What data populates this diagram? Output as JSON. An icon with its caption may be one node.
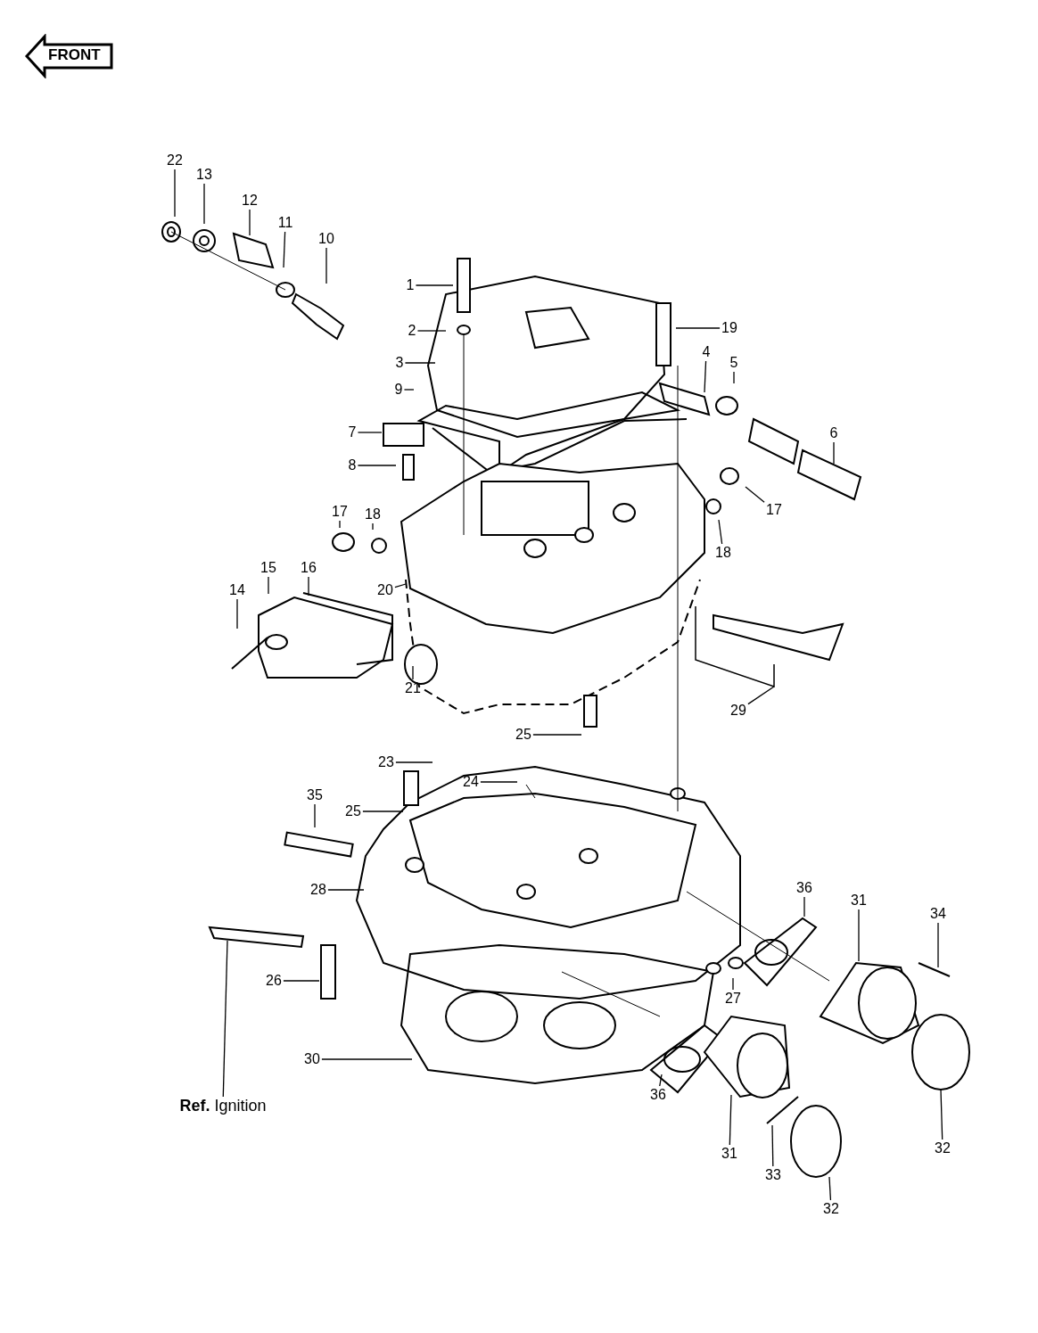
{
  "diagram": {
    "nodes": [
      {
        "text": [
          "FRONT"
        ]
      },
      {
        "text": [
          "22"
        ]
      },
      {
        "text": [
          "13"
        ]
      },
      {
        "text": [
          "12"
        ]
      },
      {
        "text": [
          "11"
        ]
      },
      {
        "text": [
          "10"
        ]
      },
      {
        "text": [
          "1"
        ]
      },
      {
        "text": [
          "19"
        ]
      },
      {
        "text": [
          "2"
        ]
      },
      {
        "text": [
          "4"
        ]
      },
      {
        "text": [
          "5"
        ]
      },
      {
        "text": [
          "3"
        ]
      },
      {
        "text": [
          "9"
        ]
      },
      {
        "text": [
          "7"
        ]
      },
      {
        "text": [
          "6"
        ]
      },
      {
        "text": [
          "8"
        ]
      },
      {
        "text": [
          "17"
        ]
      },
      {
        "text": [
          "18"
        ]
      },
      {
        "text": [
          "17"
        ]
      },
      {
        "text": [
          "18"
        ]
      },
      {
        "text": [
          "16"
        ]
      },
      {
        "text": [
          "15"
        ]
      },
      {
        "text": [
          "20"
        ]
      },
      {
        "text": [
          "14"
        ]
      },
      {
        "text": [
          "21"
        ]
      },
      {
        "text": [
          "29"
        ]
      },
      {
        "text": [
          "25"
        ]
      },
      {
        "text": [
          "23"
        ]
      },
      {
        "text": [
          "24"
        ]
      },
      {
        "text": [
          "35"
        ]
      },
      {
        "text": [
          "25"
        ]
      },
      {
        "text": [
          "28"
        ]
      },
      {
        "text": [
          "36"
        ]
      },
      {
        "text": [
          "31"
        ]
      },
      {
        "text": [
          "34"
        ]
      },
      {
        "text": [
          "26"
        ]
      },
      {
        "text": [
          "27"
        ]
      },
      {
        "text": [
          "30"
        ]
      },
      {
        "text": [
          "36"
        ]
      },
      {
        "text": [
          "**Ref.** Ignition"
        ]
      },
      {
        "text": [
          "31"
        ]
      },
      {
        "text": [
          "33"
        ]
      },
      {
        "text": [
          "32"
        ]
      },
      {
        "text": [
          "32"
        ]
      }
    ],
    "edges": [
      {
        "from": 1,
        "to": null,
        "arrow": "none"
      },
      {
        "from": 2,
        "to": null,
        "arrow": "none"
      },
      {
        "from": 3,
        "to": null,
        "arrow": "none"
      },
      {
        "from": 4,
        "to": null,
        "arrow": "none"
      },
      {
        "from": 5,
        "to": null,
        "arrow": "none"
      },
      {
        "from": 6,
        "to": null,
        "arrow": "none"
      },
      {
        "from": 7,
        "to": null,
        "arrow": "none"
      },
      {
        "from": 8,
        "to": null,
        "arrow": "none"
      },
      {
        "from": 9,
        "to": null,
        "arrow": "none"
      },
      {
        "from": 10,
        "to": null,
        "arrow": "none"
      },
      {
        "from": 11,
        "to": null,
        "arrow": "none"
      },
      {
        "from": 12,
        "to": null,
        "arrow": "none"
      },
      {
        "from": 13,
        "to": null,
        "arrow": "none"
      },
      {
        "from": 14,
        "to": null,
        "arrow": "none"
      },
      {
        "from": 15,
        "to": null,
        "arrow": "none"
      },
      {
        "from": 16,
        "to": null,
        "arrow": "none"
      },
      {
        "from": 17,
        "to": null,
        "arrow": "none"
      },
      {
        "from": 18,
        "to": null,
        "arrow": "none"
      },
      {
        "from": 19,
        "to": null,
        "arrow": "none"
      },
      {
        "from": 20,
        "to": null,
        "arrow": "none"
      },
      {
        "from": 21,
        "to": null,
        "arrow": "none"
      },
      {
        "from": 22,
        "to": null,
        "arrow": "none"
      },
      {
        "from": 23,
        "to": null,
        "arrow": "none"
      },
      {
        "from": 24,
        "to": null,
        "arrow": "none"
      },
      {
        "from": 25,
        "to": null,
        "arrow": "none"
      },
      {
        "from": 26,
        "to": null,
        "arrow": "none"
      },
      {
        "from": 27,
        "to": null,
        "arrow": "none"
      },
      {
        "from": 28,
        "to": null,
        "arrow": "none"
      },
      {
        "from": 29,
        "to": null,
        "arrow": "none"
      },
      {
        "from": 30,
        "to": null,
        "arrow": "none"
      },
      {
        "from": 31,
        "to": null,
        "arrow": "none"
      },
      {
        "from": 32,
        "to": null,
        "arrow": "none"
      },
      {
        "from": 33,
        "to": null,
        "arrow": "none"
      },
      {
        "from": 34,
        "to": null,
        "arrow": "none"
      },
      {
        "from": 35,
        "to": null,
        "arrow": "none"
      },
      {
        "from": 36,
        "to": null,
        "arrow": "none"
      },
      {
        "from": 37,
        "to": null,
        "arrow": "none"
      },
      {
        "from": 38,
        "to": null,
        "arrow": "none"
      },
      {
        "from": 39,
        "to": null,
        "arrow": "none"
      },
      {
        "from": 40,
        "to": null,
        "arrow": "none"
      },
      {
        "from": 41,
        "to": null,
        "arrow": "none"
      },
      {
        "from": 42,
        "to": null,
        "arrow": "none"
      },
      {
        "from": 43,
        "to": null,
        "arrow": "none"
      }
    ]
  }
}
